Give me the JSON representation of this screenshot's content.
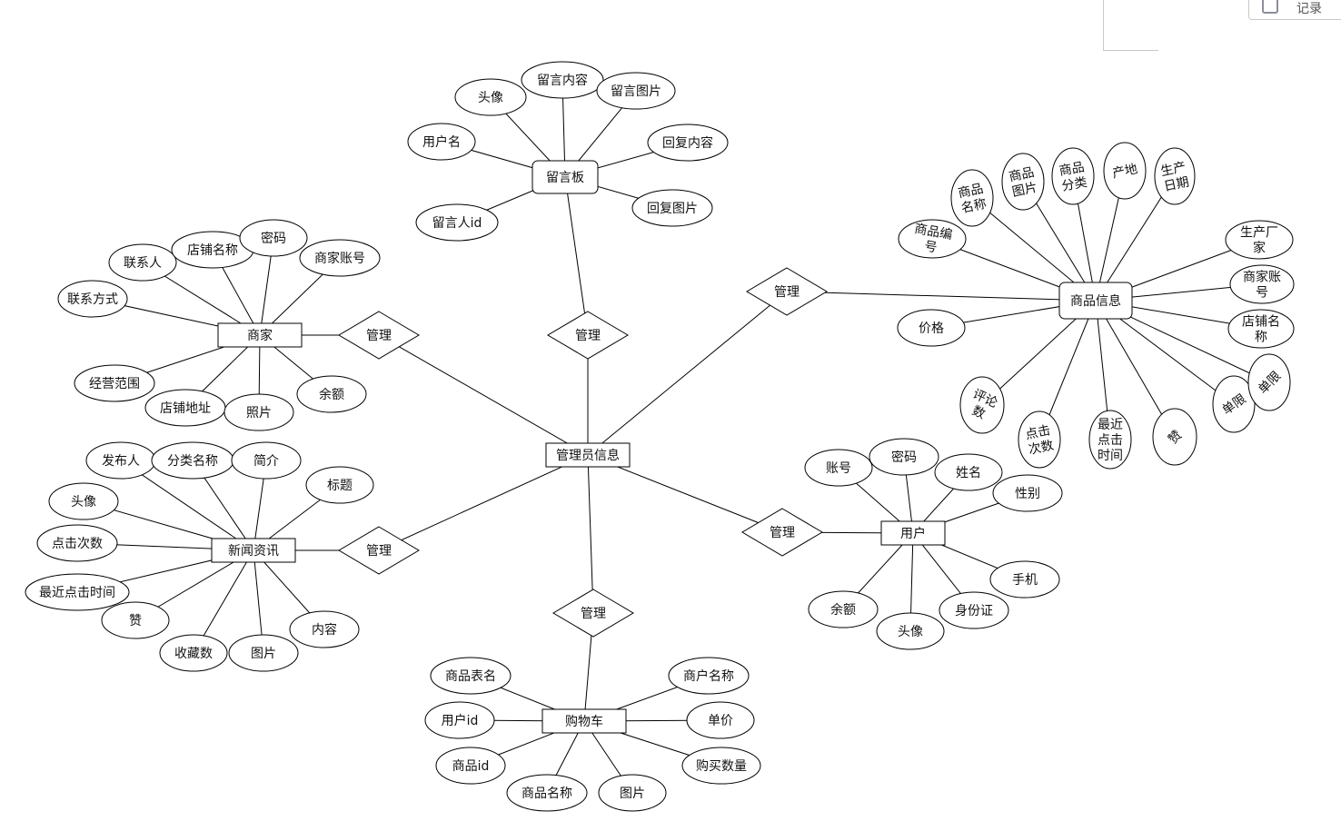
{
  "toolbar": {
    "button_label": "记录",
    "icon": "search-document-icon"
  },
  "diagram": {
    "nodes": [
      {
        "id": "admin",
        "type": "entity",
        "label": "管理员信息"
      },
      {
        "id": "msgboard",
        "type": "entity",
        "label": "留言板"
      },
      {
        "id": "merchant",
        "type": "entity",
        "label": "商家"
      },
      {
        "id": "news",
        "type": "entity",
        "label": "新闻资讯"
      },
      {
        "id": "cart",
        "type": "entity",
        "label": "购物车"
      },
      {
        "id": "user",
        "type": "entity",
        "label": "用户"
      },
      {
        "id": "goods",
        "type": "entity",
        "label": "商品信息"
      },
      {
        "id": "r_msg",
        "type": "relationship",
        "label": "管理"
      },
      {
        "id": "r_merchant",
        "type": "relationship",
        "label": "管理"
      },
      {
        "id": "r_news",
        "type": "relationship",
        "label": "管理"
      },
      {
        "id": "r_cart",
        "type": "relationship",
        "label": "管理"
      },
      {
        "id": "r_user",
        "type": "relationship",
        "label": "管理"
      },
      {
        "id": "r_goods",
        "type": "relationship",
        "label": "管理"
      },
      {
        "id": "m_avatar",
        "type": "attribute",
        "label": "头像"
      },
      {
        "id": "m_content",
        "type": "attribute",
        "label": "留言内容"
      },
      {
        "id": "m_pic",
        "type": "attribute",
        "label": "留言图片"
      },
      {
        "id": "m_username",
        "type": "attribute",
        "label": "用户名"
      },
      {
        "id": "m_reply",
        "type": "attribute",
        "label": "回复内容"
      },
      {
        "id": "m_replypic",
        "type": "attribute",
        "label": "回复图片"
      },
      {
        "id": "m_uid",
        "type": "attribute",
        "label": "留言人id"
      },
      {
        "id": "s_contact",
        "type": "attribute",
        "label": "联系人"
      },
      {
        "id": "s_shopname",
        "type": "attribute",
        "label": "店铺名称"
      },
      {
        "id": "s_pwd",
        "type": "attribute",
        "label": "密码"
      },
      {
        "id": "s_account",
        "type": "attribute",
        "label": "商家账号"
      },
      {
        "id": "s_phone",
        "type": "attribute",
        "label": "联系方式"
      },
      {
        "id": "s_scope",
        "type": "attribute",
        "label": "经营范围"
      },
      {
        "id": "s_addr",
        "type": "attribute",
        "label": "店铺地址"
      },
      {
        "id": "s_photo",
        "type": "attribute",
        "label": "照片"
      },
      {
        "id": "s_balance",
        "type": "attribute",
        "label": "余额"
      },
      {
        "id": "n_publisher",
        "type": "attribute",
        "label": "发布人"
      },
      {
        "id": "n_category",
        "type": "attribute",
        "label": "分类名称"
      },
      {
        "id": "n_intro",
        "type": "attribute",
        "label": "简介"
      },
      {
        "id": "n_title",
        "type": "attribute",
        "label": "标题"
      },
      {
        "id": "n_avatar",
        "type": "attribute",
        "label": "头像"
      },
      {
        "id": "n_clicks",
        "type": "attribute",
        "label": "点击次数"
      },
      {
        "id": "n_lastclick",
        "type": "attribute",
        "label": "最近点击时间"
      },
      {
        "id": "n_like",
        "type": "attribute",
        "label": "赞"
      },
      {
        "id": "n_fav",
        "type": "attribute",
        "label": "收藏数"
      },
      {
        "id": "n_pic",
        "type": "attribute",
        "label": "图片"
      },
      {
        "id": "n_content",
        "type": "attribute",
        "label": "内容"
      },
      {
        "id": "c_table",
        "type": "attribute",
        "label": "商品表名"
      },
      {
        "id": "c_uid",
        "type": "attribute",
        "label": "用户id"
      },
      {
        "id": "c_gid",
        "type": "attribute",
        "label": "商品id"
      },
      {
        "id": "c_gname",
        "type": "attribute",
        "label": "商品名称"
      },
      {
        "id": "c_pic",
        "type": "attribute",
        "label": "图片"
      },
      {
        "id": "c_merchant",
        "type": "attribute",
        "label": "商户名称"
      },
      {
        "id": "c_price",
        "type": "attribute",
        "label": "单价"
      },
      {
        "id": "c_qty",
        "type": "attribute",
        "label": "购买数量"
      },
      {
        "id": "u_account",
        "type": "attribute",
        "label": "账号"
      },
      {
        "id": "u_pwd",
        "type": "attribute",
        "label": "密码"
      },
      {
        "id": "u_name",
        "type": "attribute",
        "label": "姓名"
      },
      {
        "id": "u_gender",
        "type": "attribute",
        "label": "性别"
      },
      {
        "id": "u_phone",
        "type": "attribute",
        "label": "手机"
      },
      {
        "id": "u_idcard",
        "type": "attribute",
        "label": "身份证"
      },
      {
        "id": "u_avatar",
        "type": "attribute",
        "label": "头像"
      },
      {
        "id": "u_balance",
        "type": "attribute",
        "label": "余额"
      },
      {
        "id": "g_no",
        "type": "attribute",
        "label": "商品编\n号"
      },
      {
        "id": "g_name",
        "type": "attribute",
        "label": "商品\n名称"
      },
      {
        "id": "g_pic",
        "type": "attribute",
        "label": "商品\n图片"
      },
      {
        "id": "g_cat",
        "type": "attribute",
        "label": "商品\n分类"
      },
      {
        "id": "g_origin",
        "type": "attribute",
        "label": "产地"
      },
      {
        "id": "g_date",
        "type": "attribute",
        "label": "生产\n日期"
      },
      {
        "id": "g_maker",
        "type": "attribute",
        "label": "生产厂\n家"
      },
      {
        "id": "g_maccount",
        "type": "attribute",
        "label": "商家账\n号"
      },
      {
        "id": "g_shop",
        "type": "attribute",
        "label": "店铺名\n称"
      },
      {
        "id": "g_limit",
        "type": "attribute",
        "label": "单限"
      },
      {
        "id": "g_limit2",
        "type": "attribute",
        "label": "单限"
      },
      {
        "id": "g_like",
        "type": "attribute",
        "label": "赞"
      },
      {
        "id": "g_lastclick",
        "type": "attribute",
        "label": "最近\n点击\n时间"
      },
      {
        "id": "g_clicks",
        "type": "attribute",
        "label": "点击\n次数"
      },
      {
        "id": "g_comments",
        "type": "attribute",
        "label": "评论\n数"
      },
      {
        "id": "g_price",
        "type": "attribute",
        "label": "价格"
      }
    ],
    "edges": [
      [
        "admin",
        "r_msg"
      ],
      [
        "r_msg",
        "msgboard"
      ],
      [
        "admin",
        "r_merchant"
      ],
      [
        "r_merchant",
        "merchant"
      ],
      [
        "admin",
        "r_news"
      ],
      [
        "r_news",
        "news"
      ],
      [
        "admin",
        "r_cart"
      ],
      [
        "r_cart",
        "cart"
      ],
      [
        "admin",
        "r_user"
      ],
      [
        "r_user",
        "user"
      ],
      [
        "admin",
        "r_goods"
      ],
      [
        "r_goods",
        "goods"
      ],
      [
        "msgboard",
        "m_avatar"
      ],
      [
        "msgboard",
        "m_content"
      ],
      [
        "msgboard",
        "m_pic"
      ],
      [
        "msgboard",
        "m_username"
      ],
      [
        "msgboard",
        "m_reply"
      ],
      [
        "msgboard",
        "m_replypic"
      ],
      [
        "msgboard",
        "m_uid"
      ],
      [
        "merchant",
        "s_contact"
      ],
      [
        "merchant",
        "s_shopname"
      ],
      [
        "merchant",
        "s_pwd"
      ],
      [
        "merchant",
        "s_account"
      ],
      [
        "merchant",
        "s_phone"
      ],
      [
        "merchant",
        "s_scope"
      ],
      [
        "merchant",
        "s_addr"
      ],
      [
        "merchant",
        "s_photo"
      ],
      [
        "merchant",
        "s_balance"
      ],
      [
        "news",
        "n_publisher"
      ],
      [
        "news",
        "n_category"
      ],
      [
        "news",
        "n_intro"
      ],
      [
        "news",
        "n_title"
      ],
      [
        "news",
        "n_avatar"
      ],
      [
        "news",
        "n_clicks"
      ],
      [
        "news",
        "n_lastclick"
      ],
      [
        "news",
        "n_like"
      ],
      [
        "news",
        "n_fav"
      ],
      [
        "news",
        "n_pic"
      ],
      [
        "news",
        "n_content"
      ],
      [
        "cart",
        "c_table"
      ],
      [
        "cart",
        "c_uid"
      ],
      [
        "cart",
        "c_gid"
      ],
      [
        "cart",
        "c_gname"
      ],
      [
        "cart",
        "c_pic"
      ],
      [
        "cart",
        "c_merchant"
      ],
      [
        "cart",
        "c_price"
      ],
      [
        "cart",
        "c_qty"
      ],
      [
        "user",
        "u_account"
      ],
      [
        "user",
        "u_pwd"
      ],
      [
        "user",
        "u_name"
      ],
      [
        "user",
        "u_gender"
      ],
      [
        "user",
        "u_phone"
      ],
      [
        "user",
        "u_idcard"
      ],
      [
        "user",
        "u_avatar"
      ],
      [
        "user",
        "u_balance"
      ],
      [
        "goods",
        "g_no"
      ],
      [
        "goods",
        "g_name"
      ],
      [
        "goods",
        "g_pic"
      ],
      [
        "goods",
        "g_cat"
      ],
      [
        "goods",
        "g_origin"
      ],
      [
        "goods",
        "g_date"
      ],
      [
        "goods",
        "g_maker"
      ],
      [
        "goods",
        "g_maccount"
      ],
      [
        "goods",
        "g_shop"
      ],
      [
        "goods",
        "g_limit"
      ],
      [
        "goods",
        "g_limit2"
      ],
      [
        "goods",
        "g_like"
      ],
      [
        "goods",
        "g_lastclick"
      ],
      [
        "goods",
        "g_clicks"
      ],
      [
        "goods",
        "g_comments"
      ],
      [
        "goods",
        "g_price"
      ]
    ]
  }
}
